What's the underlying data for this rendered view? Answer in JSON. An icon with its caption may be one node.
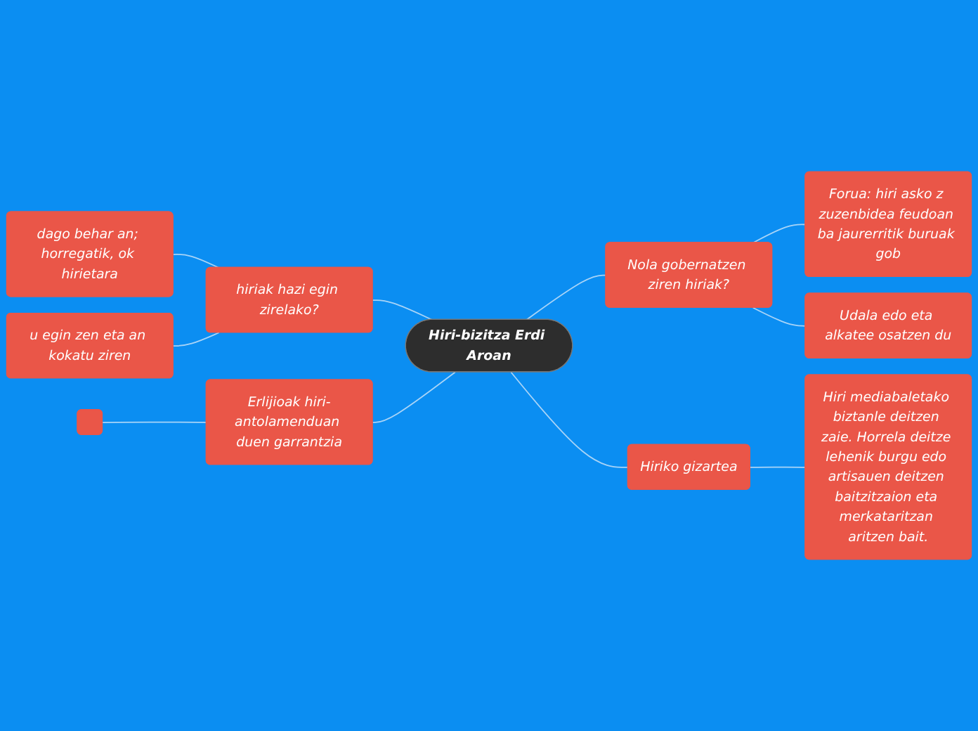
{
  "diagram": {
    "nodes": [
      {
        "text": [
          "Hiri-bizitza Erdi Aroan"
        ]
      },
      {
        "text": [
          "hiriak hazi egin zirelako?"
        ]
      },
      {
        "text": [
          "dago behar an; horregatik, ok hirietara"
        ]
      },
      {
        "text": [
          "u egin zen eta an kokatu ziren"
        ]
      },
      {
        "text": [
          "Erlijioak hiri-antolamenduan duen garrantzia"
        ]
      },
      {
        "text": [],
        "shape": "box"
      },
      {
        "text": [
          "Nola gobernatzen ziren hiriak?"
        ]
      },
      {
        "text": [
          "Forua: hiri asko z zuzenbidea feudoan ba jaurerritik buruak gob"
        ]
      },
      {
        "text": [
          "Udala edo eta alkatee osatzen du"
        ]
      },
      {
        "text": [
          "Hiriko gizartea"
        ]
      },
      {
        "text": [
          "Hiri mediabaletako biztanle deitzen zaie. Horrela deitze lehenik burgu edo artisauen deitzen baitzitzaion eta merkataritzan aritzen bait."
        ]
      }
    ],
    "edges": [
      {
        "from": 1,
        "to": 0,
        "arrow": "none"
      },
      {
        "from": 2,
        "to": 1,
        "arrow": "none"
      },
      {
        "from": 3,
        "to": 1,
        "arrow": "none"
      },
      {
        "from": 4,
        "to": 0,
        "arrow": "none"
      },
      {
        "from": 5,
        "to": 4,
        "arrow": "none"
      },
      {
        "from": 0,
        "to": 6,
        "arrow": "none"
      },
      {
        "from": 6,
        "to": 7,
        "arrow": "none"
      },
      {
        "from": 6,
        "to": 8,
        "arrow": "none"
      },
      {
        "from": 0,
        "to": 9,
        "arrow": "none"
      },
      {
        "from": 9,
        "to": 10,
        "arrow": "none"
      }
    ]
  }
}
